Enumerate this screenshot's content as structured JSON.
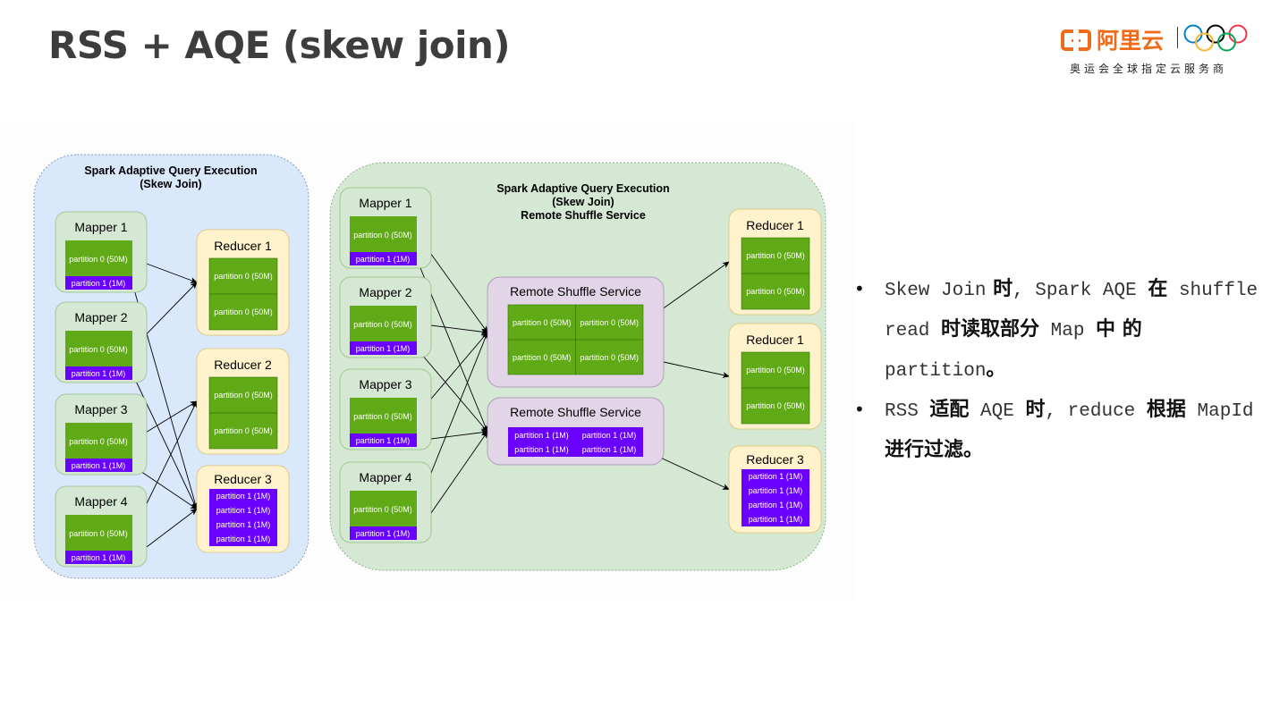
{
  "title": "RSS + AQE (skew join)",
  "logo": {
    "brand": "阿里云",
    "subtitle": "奥运会全球指定云服务商",
    "icons": [
      "aliyun-logo-icon",
      "olympic-rings-icon"
    ]
  },
  "colors": {
    "title": "#3d3d3d",
    "logo_orange": "#ef6c1b",
    "panel_left_fill": "#dae8fc",
    "panel_right_fill": "#d5e8d4",
    "mapper_fill": "#d5e8d4",
    "reducer_fill": "#fff2cc",
    "rss_fill": "#e1d5e7",
    "partition0_fill": "#60a917",
    "partition1_fill": "#6a00ff"
  },
  "left_panel": {
    "title_line1": "Spark Adaptive Query Execution",
    "title_line2": "(Skew Join)",
    "mappers": [
      {
        "label": "Mapper 1",
        "p0": "partition 0 (50M)",
        "p1": "partition 1 (1M)"
      },
      {
        "label": "Mapper 2",
        "p0": "partition 0 (50M)",
        "p1": "partition 1 (1M)"
      },
      {
        "label": "Mapper 3",
        "p0": "partition 0 (50M)",
        "p1": "partition 1 (1M)"
      },
      {
        "label": "Mapper 4",
        "p0": "partition 0 (50M)",
        "p1": "partition 1 (1M)"
      }
    ],
    "reducers": [
      {
        "label": "Reducer 1",
        "kind": "p0",
        "items": [
          "partition 0 (50M)",
          "partition 0 (50M)"
        ]
      },
      {
        "label": "Reducer 2",
        "kind": "p0",
        "items": [
          "partition 0 (50M)",
          "partition 0 (50M)"
        ]
      },
      {
        "label": "Reducer 3",
        "kind": "p1",
        "items": [
          "partition 1 (1M)",
          "partition 1 (1M)",
          "partition 1 (1M)",
          "partition 1 (1M)"
        ]
      }
    ],
    "edges": [
      {
        "from": "mapper-1-p0",
        "to": "reducer-1"
      },
      {
        "from": "mapper-2-p0",
        "to": "reducer-1"
      },
      {
        "from": "mapper-3-p0",
        "to": "reducer-2"
      },
      {
        "from": "mapper-4-p0",
        "to": "reducer-2"
      },
      {
        "from": "mapper-1-p1",
        "to": "reducer-3"
      },
      {
        "from": "mapper-2-p1",
        "to": "reducer-3"
      },
      {
        "from": "mapper-3-p1",
        "to": "reducer-3"
      },
      {
        "from": "mapper-4-p1",
        "to": "reducer-3"
      }
    ]
  },
  "right_panel": {
    "title_line1": "Spark Adaptive Query Execution",
    "title_line2": "(Skew Join)",
    "title_line3": "Remote Shuffle Service",
    "mappers": [
      {
        "label": "Mapper 1",
        "p0": "partition 0 (50M)",
        "p1": "partition 1 (1M)"
      },
      {
        "label": "Mapper 2",
        "p0": "partition 0 (50M)",
        "p1": "partition 1 (1M)"
      },
      {
        "label": "Mapper 3",
        "p0": "partition 0 (50M)",
        "p1": "partition 1 (1M)"
      },
      {
        "label": "Mapper 4",
        "p0": "partition 0 (50M)",
        "p1": "partition 1 (1M)"
      }
    ],
    "rss": [
      {
        "label": "Remote Shuffle Service",
        "kind": "p0",
        "items": [
          "partition 0 (50M)",
          "partition 0 (50M)",
          "partition 0 (50M)",
          "partition 0 (50M)"
        ]
      },
      {
        "label": "Remote Shuffle Service",
        "kind": "p1",
        "items": [
          "partition 1 (1M)",
          "partition 1 (1M)",
          "partition 1 (1M)",
          "partition 1 (1M)"
        ]
      }
    ],
    "reducers": [
      {
        "label": "Reducer 1",
        "kind": "p0",
        "items": [
          "partition 0 (50M)",
          "partition 0 (50M)"
        ]
      },
      {
        "label": "Reducer 1",
        "kind": "p0",
        "items": [
          "partition 0 (50M)",
          "partition 0 (50M)"
        ]
      },
      {
        "label": "Reducer 3",
        "kind": "p1",
        "items": [
          "partition 1 (1M)",
          "partition 1 (1M)",
          "partition 1 (1M)",
          "partition 1 (1M)"
        ]
      }
    ],
    "edges": [
      {
        "from": "mapper-1-p0",
        "to": "rss-1"
      },
      {
        "from": "mapper-2-p0",
        "to": "rss-1"
      },
      {
        "from": "mapper-3-p0",
        "to": "rss-1"
      },
      {
        "from": "mapper-4-p0",
        "to": "rss-1"
      },
      {
        "from": "mapper-1-p1",
        "to": "rss-2"
      },
      {
        "from": "mapper-2-p1",
        "to": "rss-2"
      },
      {
        "from": "mapper-3-p1",
        "to": "rss-2"
      },
      {
        "from": "mapper-4-p1",
        "to": "rss-2"
      },
      {
        "from": "rss-1-row-1",
        "to": "reducer-1"
      },
      {
        "from": "rss-1-row-2",
        "to": "reducer-2"
      },
      {
        "from": "rss-2-row-2",
        "to": "reducer-3"
      }
    ]
  },
  "bullets": [
    {
      "parts": [
        {
          "t": "Skew Join",
          "mono": true
        },
        {
          "t": " 时",
          "mono": false
        },
        {
          "t": ", Spark AQE ",
          "mono": true
        },
        {
          "t": "在",
          "mono": false
        },
        {
          "t": " shuffle read ",
          "mono": true
        },
        {
          "t": "时读取部分",
          "mono": false
        },
        {
          "t": " Map ",
          "mono": true
        },
        {
          "t": "中",
          "mono": false
        },
        {
          "t": " 的",
          "mono": false
        },
        {
          "t": " partition",
          "mono": true
        },
        {
          "t": "。",
          "mono": false
        }
      ]
    },
    {
      "parts": [
        {
          "t": "RSS ",
          "mono": true
        },
        {
          "t": "适配",
          "mono": false
        },
        {
          "t": " AQE ",
          "mono": true
        },
        {
          "t": "时",
          "mono": false
        },
        {
          "t": ", reduce ",
          "mono": true
        },
        {
          "t": "根据",
          "mono": false
        },
        {
          "t": " MapId ",
          "mono": true
        },
        {
          "t": "进行过滤",
          "mono": false
        },
        {
          "t": "。",
          "mono": false
        }
      ]
    }
  ]
}
